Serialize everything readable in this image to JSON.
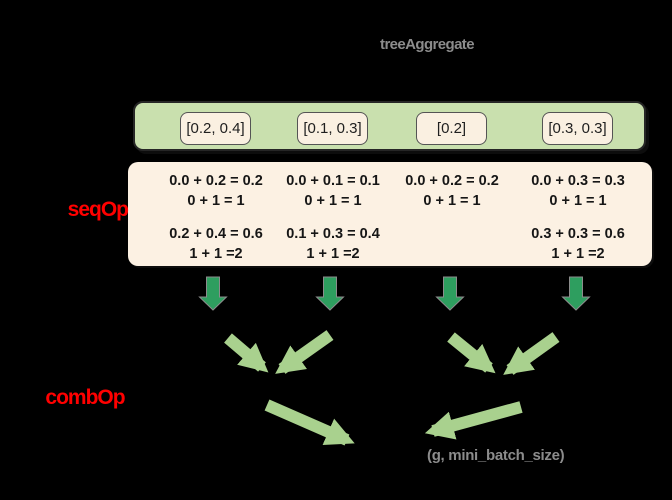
{
  "title": "treeAggregate",
  "labels": {
    "seqop": "seqOp",
    "combop": "combOp",
    "result": "(g, mini_batch_size)"
  },
  "partitions": [
    {
      "value": "[0.2, 0.4]"
    },
    {
      "value": "[0.1, 0.3]"
    },
    {
      "value": "[0.2]"
    },
    {
      "value": "[0.3, 0.3]"
    }
  ],
  "computations": [
    {
      "lines": [
        "0.0 + 0.2 = 0.2",
        "0 + 1 = 1",
        "0.2 + 0.4 = 0.6",
        "1 + 1 =2"
      ]
    },
    {
      "lines": [
        "0.0 + 0.1 = 0.1",
        "0 + 1 = 1",
        "0.1 + 0.3 = 0.4",
        "1 + 1 =2"
      ]
    },
    {
      "lines": [
        "0.0 + 0.2 = 0.2",
        "0 + 1 = 1"
      ]
    },
    {
      "lines": [
        "0.0 + 0.3 = 0.3",
        "0 + 1 = 1",
        "0.3 + 0.3 = 0.6",
        "1 + 1 =2"
      ]
    }
  ],
  "icons": {
    "down_block_arrow": "down-block-arrow-icon",
    "merge_arrow": "diagonal-merge-arrow-icon"
  },
  "colors": {
    "background": "#000000",
    "container_fill": "#c9e0ae",
    "container_border": "#262626",
    "card_fill": "#faf0e1",
    "card_border": "#545454",
    "calc_fill": "#fcf1e3",
    "calc_text": "#161616",
    "dark_arrow": "#2e9e5f",
    "dark_arrow_outline": "#8c8c8c",
    "light_arrow": "#a9d18e",
    "accent_red": "#ff0000",
    "muted_text": "#8c8c8c"
  }
}
